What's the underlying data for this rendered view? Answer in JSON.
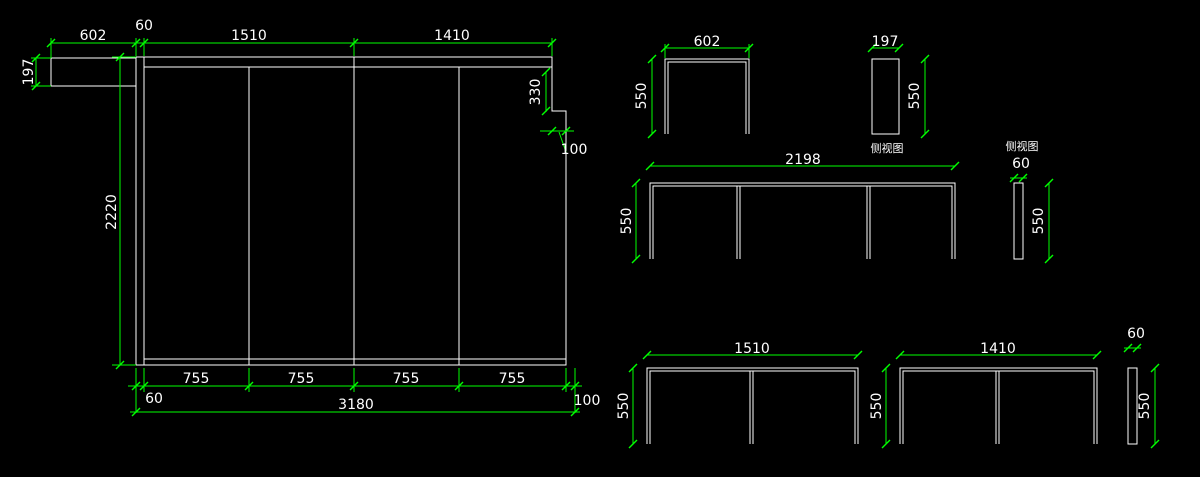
{
  "colors": {
    "background": "#000000",
    "geometry": "#ffffff",
    "dimension": "#00ff00",
    "text": "#ffffff"
  },
  "plan": {
    "top_dims": [
      "602",
      "60",
      "1510",
      "1410"
    ],
    "left_dims": [
      "197",
      "2220"
    ],
    "right_dims": [
      "330",
      "100"
    ],
    "bottom_dims": [
      "60",
      "755",
      "755",
      "755",
      "755",
      "100",
      "3180"
    ]
  },
  "elev_602": {
    "width": "602",
    "height": "550"
  },
  "elev_197": {
    "width": "197",
    "height": "550",
    "caption": "侧视图"
  },
  "elev_2198": {
    "width": "2198",
    "height": "550"
  },
  "elev_60a": {
    "caption": "侧视图",
    "width": "60",
    "height": "550"
  },
  "elev_1510": {
    "width": "1510",
    "height": "550"
  },
  "elev_1410": {
    "width": "1410",
    "height": "550"
  },
  "elev_60b": {
    "width": "60",
    "height": "550"
  }
}
